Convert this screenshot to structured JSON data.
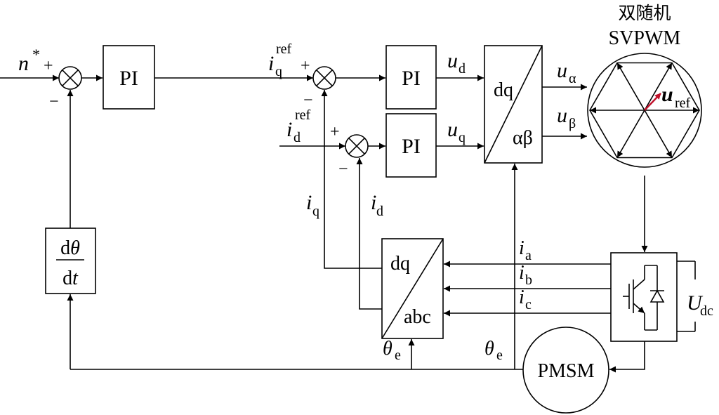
{
  "svpwm": {
    "title_cn": "双随机",
    "title": "SVPWM"
  },
  "blocks": {
    "pi": "PI",
    "dq": "dq",
    "ab": "αβ",
    "abc": "abc",
    "motor": "PMSM"
  },
  "derivative": {
    "num_d": "d",
    "num_var": "θ",
    "den_d": "d",
    "den_var": "t"
  },
  "signals": {
    "speed_ref": "n",
    "speed_ref_sup": "*",
    "i": "i",
    "u": "u",
    "theta": "θ",
    "ref": "ref",
    "q": "q",
    "d": "d",
    "alpha": "α",
    "beta": "β",
    "a": "a",
    "b": "b",
    "c": "c",
    "e": "e",
    "dc_u": "U",
    "dc": "dc"
  },
  "signs": {
    "plus": "+",
    "minus": "−"
  },
  "colors": {
    "vector": "#c0102a",
    "line": "#000000"
  }
}
